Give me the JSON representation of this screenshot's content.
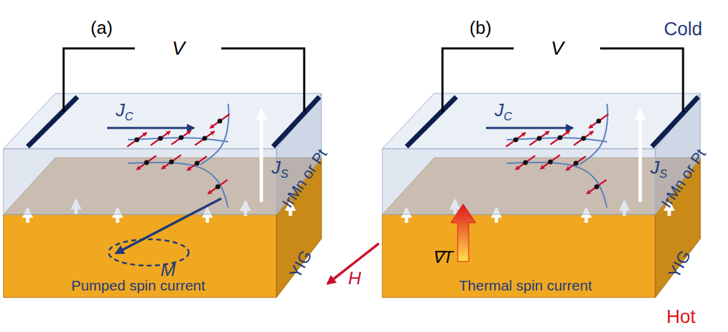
{
  "diagram": {
    "labels": [
      "(a)",
      "(b)",
      "V",
      "V",
      "Cold",
      "JC",
      "JS",
      "IrMn or Pt",
      "YIG",
      "M",
      "Pumped spin current",
      "H",
      "JC",
      "JS",
      "IrMn or Pt",
      "YIG",
      "∇T",
      "Thermal spin current",
      "Hot"
    ]
  }
}
